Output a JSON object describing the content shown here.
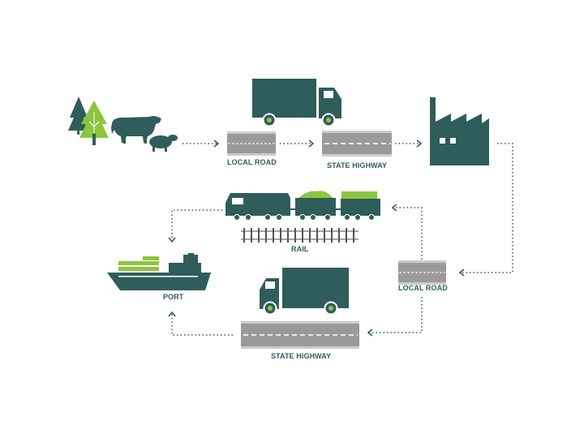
{
  "labels": {
    "local_road_top": "LOCAL ROAD",
    "state_highway_top": "STATE HIGHWAY",
    "rail": "RAIL",
    "port": "PORT",
    "local_road_right": "LOCAL ROAD",
    "state_highway_bottom": "STATE HIGHWAY"
  },
  "colors": {
    "primary": "#2f5d5c",
    "accent": "#8cc63f",
    "road": "#8f8f8f",
    "arrow": "#2f5d5c"
  },
  "icons": [
    "trees-icon",
    "cow-icon",
    "sheep-icon",
    "truck-icon",
    "factory-icon",
    "train-icon",
    "rail-track-icon",
    "ship-icon"
  ]
}
